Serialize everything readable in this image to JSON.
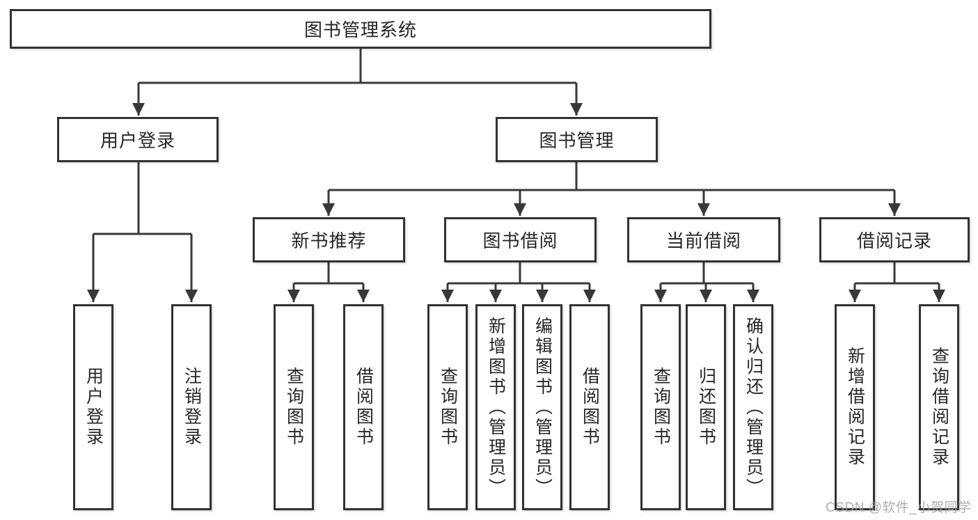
{
  "tree": {
    "root": {
      "label": "图书管理系统"
    },
    "branches": [
      {
        "label": "用户登录",
        "leaves": [
          {
            "label": "用户登录"
          },
          {
            "label": "注销登录"
          }
        ]
      },
      {
        "label": "图书管理",
        "sections": [
          {
            "label": "新书推荐",
            "leaves": [
              {
                "label": "查询图书"
              },
              {
                "label": "借阅图书"
              }
            ]
          },
          {
            "label": "图书借阅",
            "leaves": [
              {
                "label": "查询图书"
              },
              {
                "label": "新增图书（管理员）"
              },
              {
                "label": "编辑图书（管理员）"
              },
              {
                "label": "借阅图书"
              }
            ]
          },
          {
            "label": "当前借阅",
            "leaves": [
              {
                "label": "查询图书"
              },
              {
                "label": "归还图书"
              },
              {
                "label": "确认归还（管理员）"
              }
            ]
          },
          {
            "label": "借阅记录",
            "leaves": [
              {
                "label": "新增借阅记录"
              },
              {
                "label": "查询借阅记录"
              }
            ]
          }
        ]
      }
    ]
  },
  "watermark": {
    "text": "CSDN @软件_小贺同学"
  },
  "colors": {
    "line": "#383838",
    "box_border": "#323232",
    "box_fill": "#ffffff",
    "text": "#262626",
    "watermark": "#a0a0a0",
    "background": "#ffffff"
  }
}
